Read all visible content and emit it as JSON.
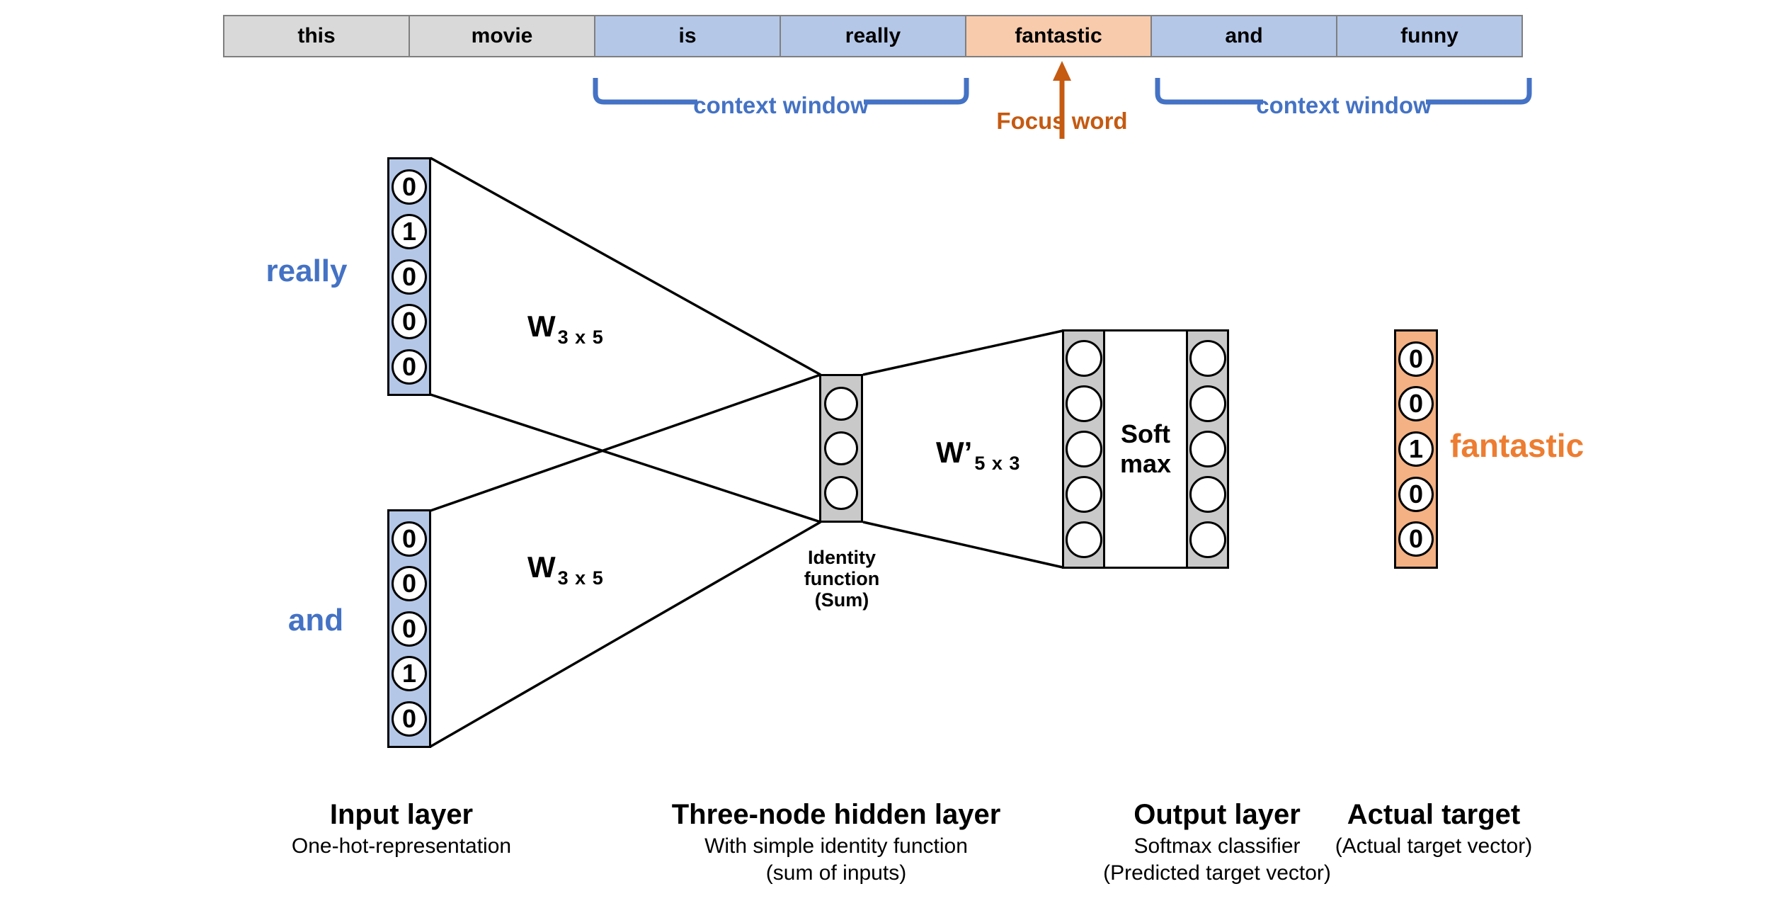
{
  "sentence": {
    "words": [
      {
        "text": "this",
        "role": "outside"
      },
      {
        "text": "movie",
        "role": "outside"
      },
      {
        "text": "is",
        "role": "context"
      },
      {
        "text": "really",
        "role": "context"
      },
      {
        "text": "fantastic",
        "role": "focus"
      },
      {
        "text": "and",
        "role": "context"
      },
      {
        "text": "funny",
        "role": "context"
      }
    ]
  },
  "annotations": {
    "context_window_left": "context window",
    "context_window_right": "context window",
    "focus_word": "Focus word"
  },
  "network": {
    "input_vectors": [
      {
        "word": "really",
        "values": [
          "0",
          "1",
          "0",
          "0",
          "0"
        ]
      },
      {
        "word": "and",
        "values": [
          "0",
          "0",
          "0",
          "1",
          "0"
        ]
      }
    ],
    "weights": {
      "w1": "W",
      "w1_sub": "3 x 5",
      "w2": "W",
      "w2_sub": "3 x 5",
      "wp": "W’",
      "wp_sub": "5 x 3"
    },
    "hidden": {
      "label_lines": [
        "Identity",
        "function",
        "(Sum)"
      ]
    },
    "softmax": {
      "line1": "Soft",
      "line2": "max"
    },
    "target": {
      "word": "fantastic",
      "values": [
        "0",
        "0",
        "1",
        "0",
        "0"
      ]
    }
  },
  "captions": [
    {
      "title": "Input layer",
      "subtitle_lines": [
        "One-hot-representation"
      ]
    },
    {
      "title": "Three-node hidden layer",
      "subtitle_lines": [
        "With simple identity function",
        "(sum of inputs)"
      ]
    },
    {
      "title": "Output layer",
      "subtitle_lines": [
        "Softmax classifier",
        "(Predicted target vector)"
      ]
    },
    {
      "title": "Actual target",
      "subtitle_lines": [
        "(Actual target vector)"
      ]
    }
  ],
  "colors": {
    "context_blue": "#4472C4",
    "focus_orange_dark": "#C55A11",
    "target_label_orange": "#ED7D31",
    "word_gray_fill": "#D9D9D9",
    "word_blue_fill": "#B4C7E7",
    "word_orange_fill": "#F8CBAD",
    "target_vector_fill": "#F4B183",
    "node_gray_fill": "#C9C9C9",
    "line_black": "#000000"
  }
}
